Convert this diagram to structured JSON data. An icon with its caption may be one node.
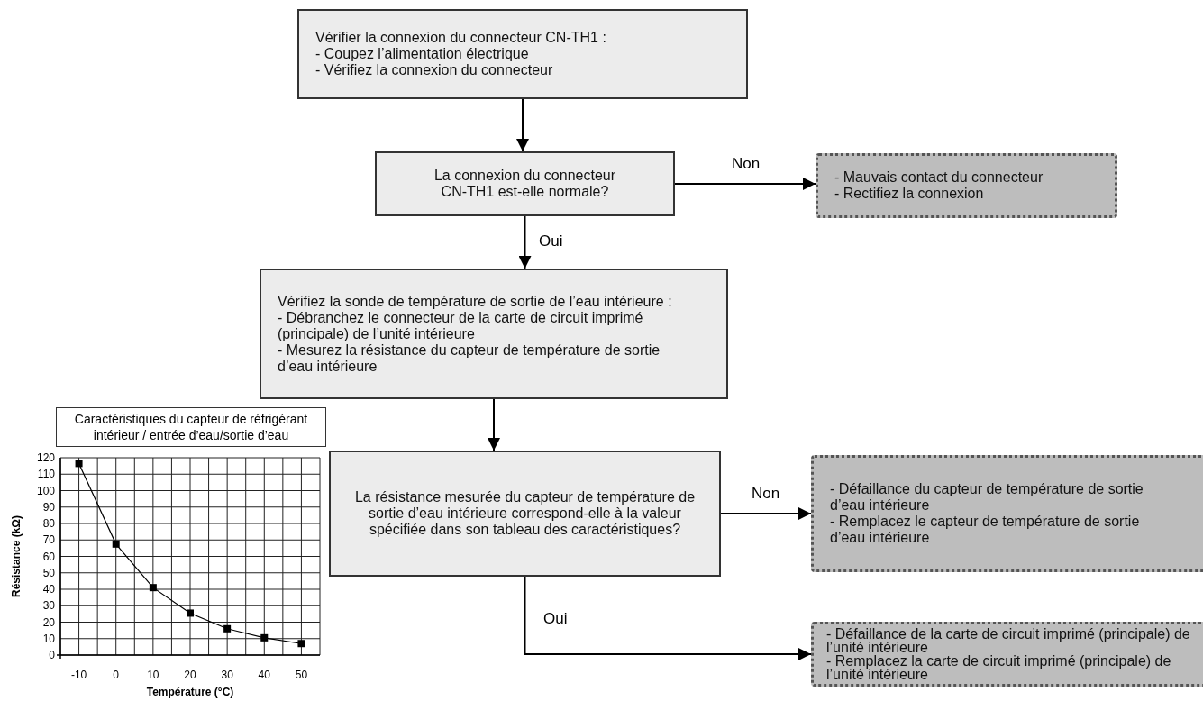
{
  "diagram": {
    "nodes": [
      {
        "text": [
          "Vérifier la connexion du connecteur CN-TH1 :",
          "- Coupez l’alimentation électrique",
          "- Vérifiez la connexion du connecteur"
        ]
      },
      {
        "text": [
          "La connexion du connecteur CN-TH1 est-elle normale?"
        ]
      },
      {
        "text": [
          "- Mauvais contact du connecteur",
          "- Rectifiez la connexion"
        ]
      },
      {
        "text": [
          "Vérifiez la sonde de température de sortie de l’eau intérieure :",
          "- Débranchez le connecteur de la carte de circuit imprimé (principale) de l’unité intérieure",
          "- Mesurez la résistance du capteur de température de sortie d’eau intérieure"
        ]
      },
      {
        "text": [
          "La résistance mesurée du capteur de température de sortie d’eau intérieure correspond-elle à la valeur spécifiée dans son tableau des caractéristiques?"
        ]
      },
      {
        "text": [
          "- Défaillance du capteur de température de sortie d’eau intérieure",
          "- Remplacez le capteur de température de sortie d’eau intérieure"
        ]
      },
      {
        "text": [
          "- Défaillance de la carte de circuit imprimé (principale) de l’unité intérieure",
          "- Remplacez la carte de circuit imprimé (principale) de l’unité intérieure"
        ]
      }
    ],
    "edges": [
      {
        "from": 0,
        "to": 1,
        "arrow": "to"
      },
      {
        "from": 1,
        "to": 2,
        "arrow": "to",
        "label": "Non"
      },
      {
        "from": 1,
        "to": 3,
        "arrow": "to",
        "label": "Oui"
      },
      {
        "from": 3,
        "to": 4,
        "arrow": "to"
      },
      {
        "from": 4,
        "to": 5,
        "arrow": "to",
        "label": "Non"
      },
      {
        "from": 4,
        "to": 6,
        "arrow": "to",
        "label": "Oui"
      }
    ],
    "chart_data": {
      "type": "line",
      "title": "Caractéristiques du capteur de réfrigérant intérieur / entrée d’eau/sortie d’eau",
      "xlabel": "Température (°C)",
      "ylabel": "Résistance (kΩ)",
      "x": [
        -10,
        0,
        10,
        20,
        30,
        40,
        50
      ],
      "grid": true,
      "series": [
        {
          "color": "#000000",
          "marker": "square",
          "values": [
            116.5,
            67.5,
            41,
            25.5,
            16,
            10.5,
            7
          ]
        }
      ],
      "xlim": [
        -15,
        55
      ],
      "ylim": [
        0,
        120
      ],
      "xticks": [
        -10,
        0,
        10,
        20,
        30,
        40,
        50
      ],
      "yticks": [
        0,
        10,
        20,
        30,
        40,
        50,
        60,
        70,
        80,
        90,
        100,
        110,
        120
      ]
    }
  }
}
